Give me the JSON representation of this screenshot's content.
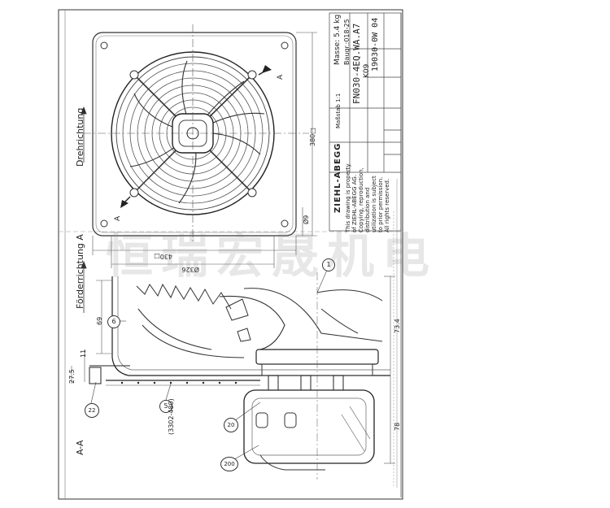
{
  "drawing": {
    "product_code": "FN030-4EQ.WA.A7",
    "drawing_number": "19030-0W 04",
    "rev": "K09",
    "mass": "Masse: 5.4 kg",
    "date_code": "Baugr.:018-25",
    "scale": "Maßstab 1:1",
    "company": "ZIEHL-ABEGG",
    "property_note": [
      "This drawing is property",
      "of ZIEHL-ABEGG AG.",
      "Copying, reproduction,",
      "distribution and",
      "utilization is subject",
      "to prior permission.",
      "All rights reserved."
    ],
    "rotation_label": "Drehrichtung",
    "flow_label": "Förderrichtung A",
    "section_label": "A-A",
    "section_marker": "A"
  },
  "dimensions": {
    "front_width": "430□",
    "front_height": "380□",
    "bolt_circle": "Ø326",
    "hole_pitch": "Ø9",
    "depth_top": "69",
    "flange": "11",
    "flange_offset": "27.5",
    "overall_depth": "73.4",
    "motor_depth": "78",
    "ring_spec": "(3302-480)"
  },
  "balloons": [
    "1",
    "6",
    "22",
    "5",
    "20",
    "200"
  ],
  "watermark": "恒瑞宏晟机电"
}
